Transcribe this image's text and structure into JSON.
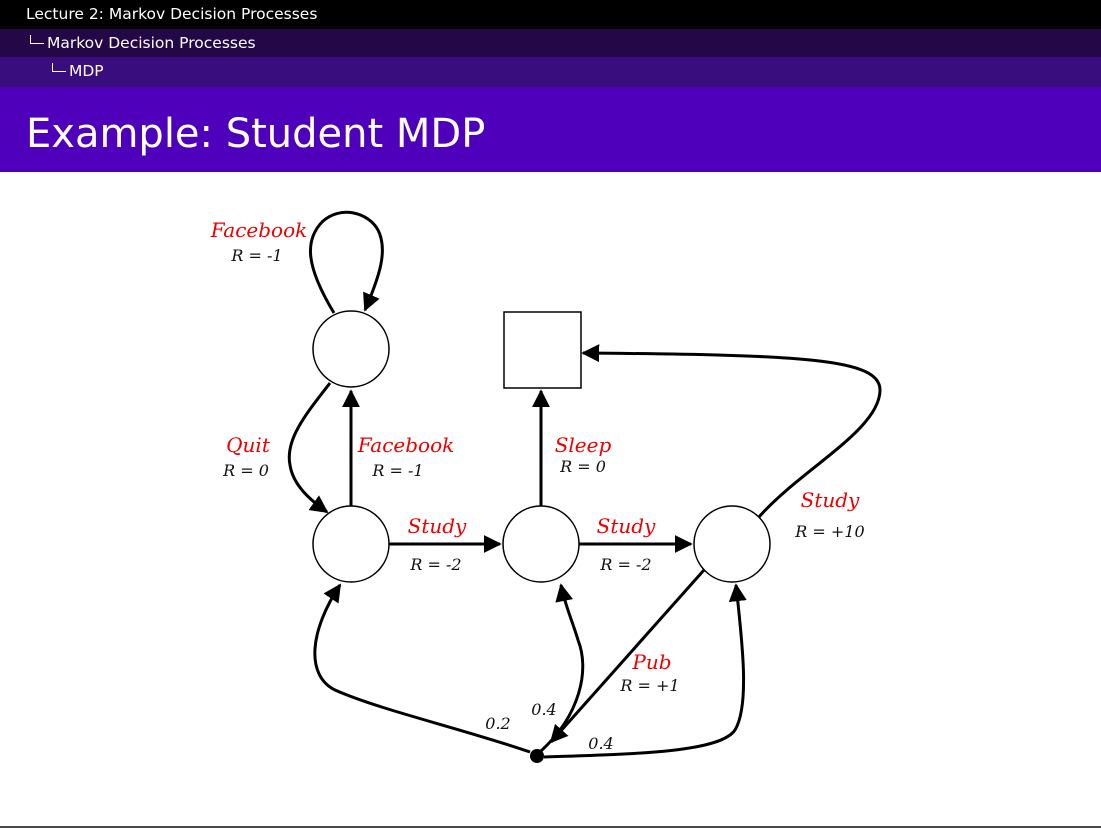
{
  "header": {
    "lecture": "Lecture 2: Markov Decision Processes",
    "section": "Markov Decision Processes",
    "subsection": "MDP"
  },
  "slide": {
    "title": "Example: Student MDP"
  },
  "diagram": {
    "actions": {
      "facebook_loop": {
        "name": "Facebook",
        "reward": "R = -1"
      },
      "quit": {
        "name": "Quit",
        "reward": "R = 0"
      },
      "facebook": {
        "name": "Facebook",
        "reward": "R = -1"
      },
      "study_1": {
        "name": "Study",
        "reward": "R = -2"
      },
      "sleep": {
        "name": "Sleep",
        "reward": "R = 0"
      },
      "study_2": {
        "name": "Study",
        "reward": "R = -2"
      },
      "study_3": {
        "name": "Study",
        "reward": "R = +10"
      },
      "pub": {
        "name": "Pub",
        "reward": "R = +1"
      }
    },
    "probabilities": {
      "p_class1": "0.2",
      "p_class2": "0.4",
      "p_class3": "0.4"
    }
  },
  "colors": {
    "action_label": "#ee0000",
    "title_bar": "#4e00bb",
    "header_top": "#000000"
  }
}
